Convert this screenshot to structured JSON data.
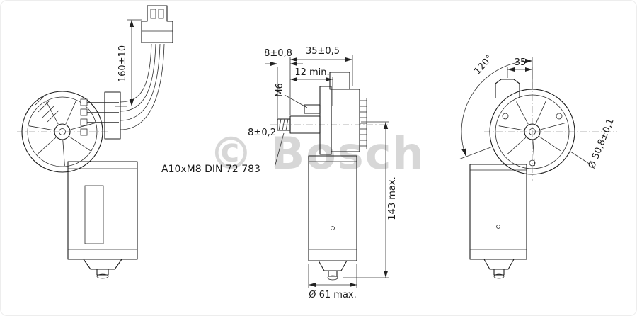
{
  "watermark": {
    "text": "© Bosch"
  },
  "drawing": {
    "title": "wiper-motor-technical-drawing",
    "accent_color": "#1c1c1c",
    "watermark_color": "#bfbfbf"
  },
  "labels": {
    "cable_length": "160±10",
    "tip_length": "8±0,8",
    "span_35": "35±0,5",
    "min_12": "12 min.",
    "m6": "M6",
    "tip_dia": "8±0,2",
    "thread_spec": "A10xM8 DIN 72 783",
    "height_143": "143 max.",
    "dia_61": "Ø 61 max.",
    "angle_120": "120°",
    "offset_35": "35",
    "dia_508": "Ø 50,8±0,1"
  }
}
